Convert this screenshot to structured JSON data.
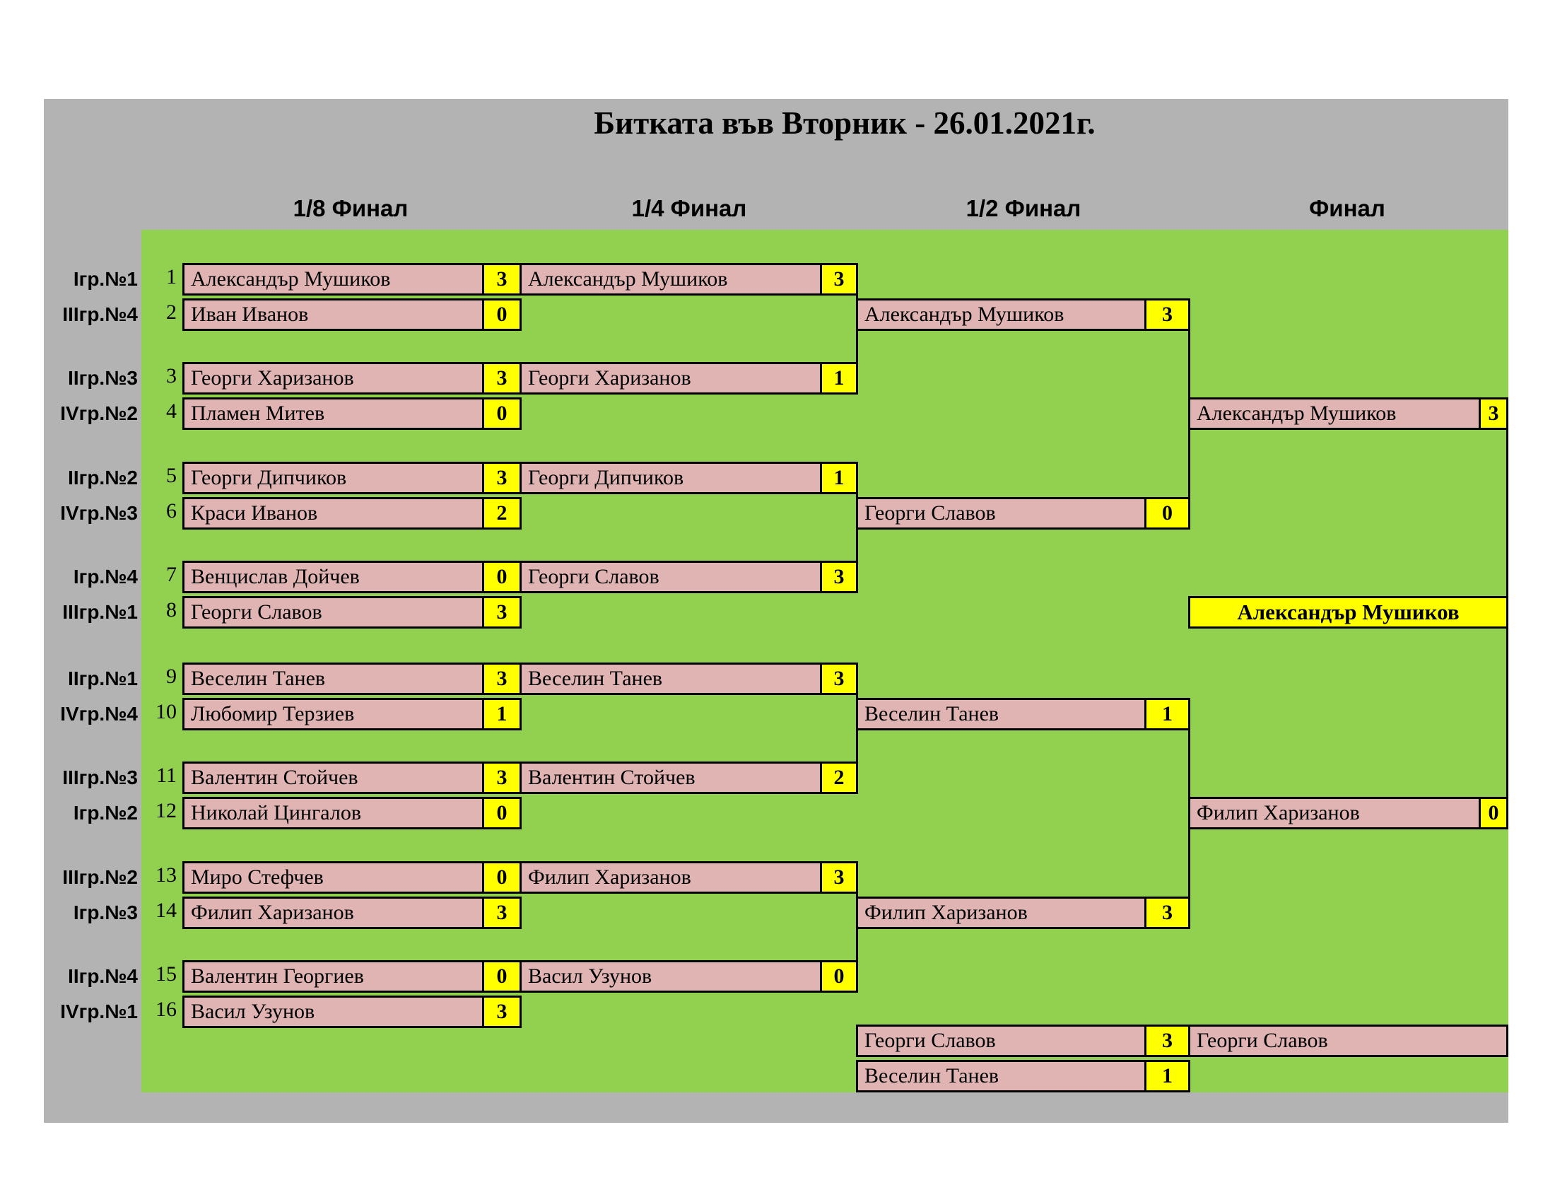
{
  "title": "Битката във Вторник - 26.01.2021г.",
  "round_headers": [
    "1/8 Финал",
    "1/4 Финал",
    "1/2 Финал",
    "Финал"
  ],
  "colors": {
    "panel_gray": "#b3b3b3",
    "bracket_green": "#92d050",
    "player_pink": "#e0b4b3",
    "score_yellow": "#ffff00",
    "border_black": "#000000"
  },
  "round16": [
    {
      "group": "Iгр.№1",
      "seed": "1",
      "name": "Александър Мушиков",
      "score": "3"
    },
    {
      "group": "IIIгр.№4",
      "seed": "2",
      "name": "Иван Иванов",
      "score": "0"
    },
    {
      "group": "IIгр.№3",
      "seed": "3",
      "name": "Георги Харизанов",
      "score": "3"
    },
    {
      "group": "IVгр.№2",
      "seed": "4",
      "name": "Пламен Митев",
      "score": "0"
    },
    {
      "group": "IIгр.№2",
      "seed": "5",
      "name": "Георги Дипчиков",
      "score": "3"
    },
    {
      "group": "IVгр.№3",
      "seed": "6",
      "name": "Краси Иванов",
      "score": "2"
    },
    {
      "group": "Iгр.№4",
      "seed": "7",
      "name": "Венцислав Дойчев",
      "score": "0"
    },
    {
      "group": "IIIгр.№1",
      "seed": "8",
      "name": "Георги Славов",
      "score": "3"
    },
    {
      "group": "IIгр.№1",
      "seed": "9",
      "name": "Веселин Танев",
      "score": "3"
    },
    {
      "group": "IVгр.№4",
      "seed": "10",
      "name": "Любомир Терзиев",
      "score": "1"
    },
    {
      "group": "IIIгр.№3",
      "seed": "11",
      "name": "Валентин Стойчев",
      "score": "3"
    },
    {
      "group": "Iгр.№2",
      "seed": "12",
      "name": "Николай Цингалов",
      "score": "0"
    },
    {
      "group": "IIIгр.№2",
      "seed": "13",
      "name": "Миро Стефчев",
      "score": "0"
    },
    {
      "group": "Iгр.№3",
      "seed": "14",
      "name": "Филип Харизанов",
      "score": "3"
    },
    {
      "group": "IIгр.№4",
      "seed": "15",
      "name": "Валентин Георгиев",
      "score": "0"
    },
    {
      "group": "IVгр.№1",
      "seed": "16",
      "name": "Васил Узунов",
      "score": "3"
    }
  ],
  "quarterfinals": [
    {
      "name": "Александър Мушиков",
      "score": "3"
    },
    {
      "name": "Георги Харизанов",
      "score": "1"
    },
    {
      "name": "Георги Дипчиков",
      "score": "1"
    },
    {
      "name": "Георги Славов",
      "score": "3"
    },
    {
      "name": "Веселин Танев",
      "score": "3"
    },
    {
      "name": "Валентин Стойчев",
      "score": "2"
    },
    {
      "name": "Филип Харизанов",
      "score": "3"
    },
    {
      "name": "Васил Узунов",
      "score": "0"
    }
  ],
  "semifinals": [
    {
      "name": "Александър Мушиков",
      "score": "3"
    },
    {
      "name": "Георги Славов",
      "score": "0"
    },
    {
      "name": "Веселин Танев",
      "score": "1"
    },
    {
      "name": "Филип Харизанов",
      "score": "3"
    }
  ],
  "final": [
    {
      "name": "Александър Мушиков",
      "score": "3"
    },
    {
      "name": "Филип Харизанов",
      "score": "0"
    }
  ],
  "champion": "Александър Мушиков",
  "third_place": {
    "players": [
      {
        "name": "Георги Славов",
        "score": "3"
      },
      {
        "name": "Веселин Танев",
        "score": "1"
      }
    ],
    "winner": "Георги Славов"
  }
}
